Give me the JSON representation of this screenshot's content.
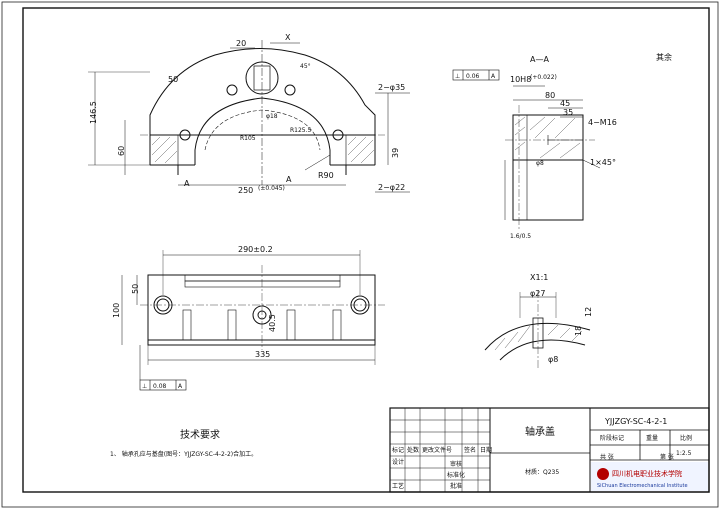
{
  "top_view": {
    "dims": {
      "d20": "20",
      "x_label": "X",
      "r50": "50",
      "d146_5": "146.5",
      "d60": "60",
      "hole_2_phi35": "2−φ35",
      "hole_2_phi22": "2−φ22",
      "d250": "250",
      "d250_tol": "(±0.045)",
      "d39": "39",
      "r90": "R90",
      "r1": "R105",
      "r2": "R125.5",
      "r3": "φ18",
      "arrow_a_left": "A",
      "arrow_a_right": "A",
      "angle": "45°"
    }
  },
  "section_view": {
    "title": "A—A",
    "tolerance_sym": "⊥",
    "tolerance_val": "0.06",
    "tolerance_ref": "A",
    "fit": "10H8",
    "fit_tol": "(+0.022)",
    "d80": "80",
    "d45": "45",
    "d35": "35",
    "thread": "4−M16",
    "chamfer": "1×45°",
    "phi": "φ8",
    "bottom": "1.6/0.5"
  },
  "front_view": {
    "d290": "290±0.2",
    "d50": "50",
    "d100": "100",
    "d40": "40.5",
    "d335": "335",
    "tolerance_sym": "⊥",
    "tolerance_val": "0.08",
    "tolerance_ref": "A"
  },
  "detail_view": {
    "title": "X1:1",
    "phi27": "φ27",
    "phi8": "φ8",
    "d18": "18",
    "d12": "12"
  },
  "tech_req": {
    "title": "技术要求",
    "item": "1、 轴承孔应与基盘(图号：YJJZGY-SC-4-2-2)合加工。"
  },
  "title_block": {
    "drawing_no": "YJJZGY-SC-4-2-1",
    "part_name": "轴承盖",
    "material": "材质：Q235",
    "scale": "1:2.5",
    "stage_label": "阶段标记",
    "weight_label": "重量",
    "scale_label": "比例",
    "sheet_label": "共 张",
    "sheet_of": "第 张",
    "school_cn": "四川机电职业技术学院",
    "school_en": "SiChuan Electromechanical Institute",
    "rev_labels": [
      "标记",
      "处数",
      "更改文件号",
      "签名",
      "日期"
    ],
    "role_labels": [
      "设计",
      "审核",
      "工艺",
      "标准化",
      "批准"
    ],
    "roughness": "其余"
  }
}
